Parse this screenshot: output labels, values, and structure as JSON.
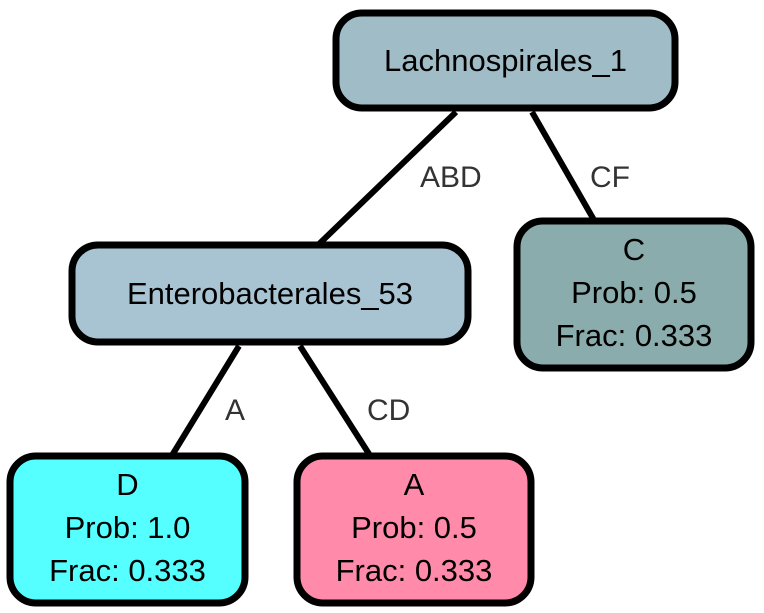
{
  "tree": {
    "nodes": {
      "root": {
        "lines": [
          "Lachnospirales_1"
        ],
        "color": "#a0bcc6"
      },
      "enterobacterales": {
        "lines": [
          "Enterobacterales_53"
        ],
        "color": "#a8c4d3"
      },
      "c_leaf": {
        "lines": [
          "C",
          "Prob: 0.5",
          "Frac: 0.333"
        ],
        "color": "#8aacac"
      },
      "d_leaf": {
        "lines": [
          "D",
          "Prob: 1.0",
          "Frac: 0.333"
        ],
        "color": "#55ffff"
      },
      "a_leaf": {
        "lines": [
          "A",
          "Prob: 0.5",
          "Frac: 0.333"
        ],
        "color": "#ff8aaa"
      }
    },
    "edges": {
      "root_to_enterobacterales": "ABD",
      "root_to_c": "CF",
      "enterobacterales_to_d": "A",
      "enterobacterales_to_a": "CD"
    }
  }
}
